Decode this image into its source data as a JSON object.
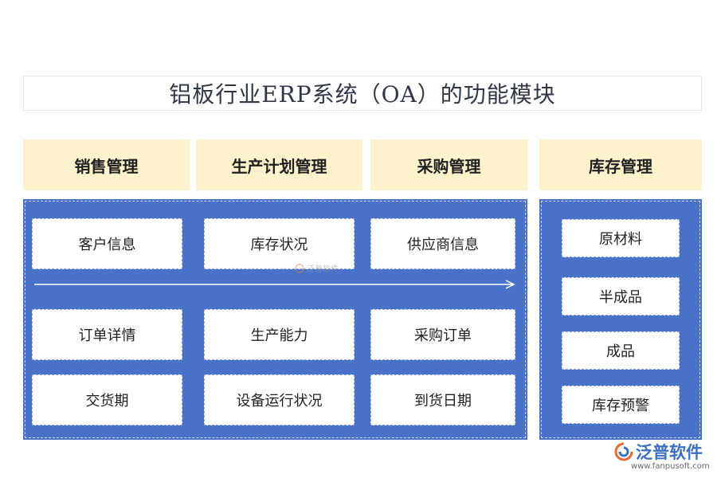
{
  "title": "铝板行业ERP系统（OA）的功能模块",
  "headers": [
    "销售管理",
    "生产计划管理",
    "采购管理",
    "库存管理"
  ],
  "sales": [
    "客户信息",
    "订单详情",
    "交货期"
  ],
  "production": [
    "库存状况",
    "生产能力",
    "设备运行状况"
  ],
  "purchase": [
    "供应商信息",
    "采购订单",
    "到货日期"
  ],
  "inventory": [
    "原材料",
    "半成品",
    "成品",
    "库存预警"
  ],
  "watermark": "泛普软件",
  "brand": {
    "name": "泛普软件",
    "url": "www.fanpusoft.com"
  },
  "colors": {
    "panel": "#4a72c9",
    "header_bg": "#fdf2cc",
    "brand": "#3c6fc4"
  }
}
